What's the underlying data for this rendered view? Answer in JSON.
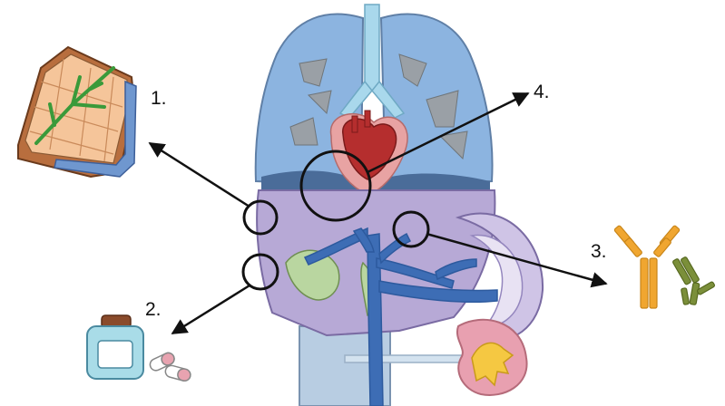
{
  "labels": {
    "one": "1.",
    "two": "2.",
    "three": "3.",
    "four": "4."
  },
  "icons": [
    "liver-tissue-icon",
    "medicine-bottle-icon",
    "pill-capsule-icon",
    "antibody-icon",
    "kidney-icon",
    "lung-icon",
    "heart-icon",
    "stomach-icon",
    "spleen-icon"
  ],
  "colors": {
    "lung": "#8cb4e0",
    "lung_outline": "#5f7fa6",
    "trachea": "#a9d8ec",
    "heart": "#b52e2e",
    "pericardium": "#e8a3a3",
    "liver": "#b7a9d6",
    "gallbladder": "#b9d6a0",
    "vessel": "#3d6db5",
    "antibody_orange": "#f0a630",
    "antibody_green": "#7b8f3a",
    "bottle": "#a9dce8",
    "bottle_cap": "#8a4b2b",
    "pill_pink": "#e8a3b0",
    "kidney": "#e8a0b0",
    "kidney_core": "#f5c842",
    "tissue": "#f5c59a",
    "tissue_green": "#3a9a3a",
    "tissue_blue": "#6f97cf"
  }
}
